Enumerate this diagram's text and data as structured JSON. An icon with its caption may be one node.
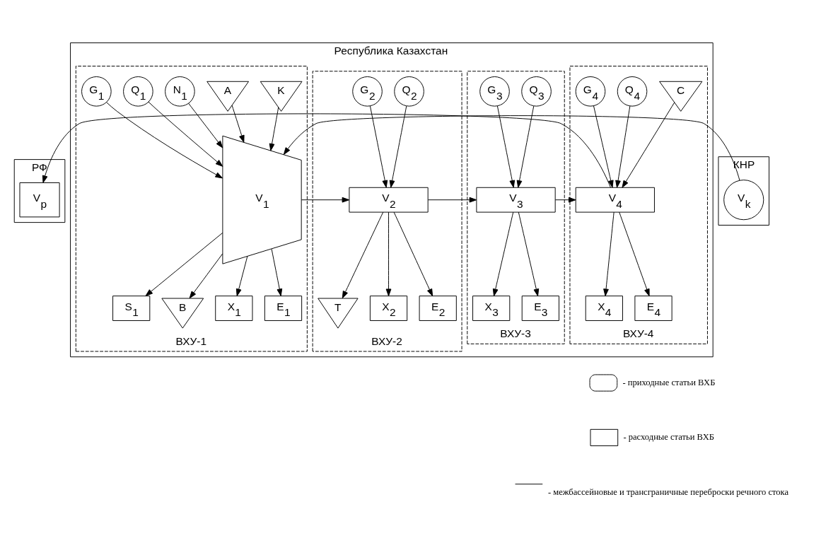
{
  "diagram": {
    "nodes": [
      {
        "text": [
          "РФ"
        ]
      },
      {
        "text": [
          "Республика Казахстан"
        ]
      },
      {
        "text": [
          "КНР"
        ]
      },
      {
        "text": [
          "ВХУ-4"
        ],
        "in": 1
      },
      {
        "text": [
          "ВХУ-3"
        ],
        "in": 1
      },
      {
        "text": [
          "ВХУ-2"
        ],
        "in": 1
      },
      {
        "text": [
          "ВХУ-1"
        ],
        "in": 1
      },
      {
        "text": [
          "V$_{p}$"
        ],
        "in": 0
      },
      {
        "text": [
          "C"
        ],
        "in": 3
      },
      {
        "text": [
          "Q$_{4}$"
        ],
        "in": 3
      },
      {
        "text": [
          "G$_{4}$"
        ],
        "in": 3
      },
      {
        "text": [
          "V$_{4}$"
        ],
        "in": 3
      },
      {
        "text": [
          "X$_{4}$"
        ],
        "in": 3
      },
      {
        "text": [
          "E$_{4}$"
        ],
        "in": 3
      },
      {
        "text": [
          "Q$_{3}$"
        ],
        "in": 4
      },
      {
        "text": [
          "G$_{3}$"
        ],
        "in": 4
      },
      {
        "text": [
          "V$_{3}$"
        ],
        "in": 4
      },
      {
        "text": [
          "X$_{3}$"
        ],
        "in": 4
      },
      {
        "text": [
          "E$_{3}$"
        ],
        "in": 4
      },
      {
        "text": [
          "Q$_{2}$"
        ],
        "in": 5
      },
      {
        "text": [
          "G$_{2}$"
        ],
        "in": 5
      },
      {
        "text": [
          "V$_{2}$"
        ],
        "in": 5
      },
      {
        "text": [
          "T"
        ],
        "in": 5
      },
      {
        "text": [
          "X$_{2}$"
        ],
        "in": 5
      },
      {
        "text": [
          "E$_{2}$"
        ],
        "in": 5
      },
      {
        "text": [
          "K"
        ],
        "in": 6
      },
      {
        "text": [
          "A"
        ],
        "in": 6
      },
      {
        "text": [
          "N$_{1}$"
        ],
        "in": 6
      },
      {
        "text": [
          "Q$_{1}$"
        ],
        "in": 6
      },
      {
        "text": [
          "G$_{1}$"
        ],
        "in": 6
      },
      {
        "text": [
          "V$_{1}$"
        ],
        "in": 6
      },
      {
        "text": [
          "S$_{1}$"
        ],
        "in": 6
      },
      {
        "text": [
          "B"
        ],
        "in": 6
      },
      {
        "text": [
          "X$_{1}$"
        ],
        "in": 6
      },
      {
        "text": [
          "E$_{1}$"
        ],
        "in": 6
      },
      {
        "text": [
          "V$_{k}$"
        ],
        "in": 2
      }
    ],
    "edges": [
      {
        "from": 35,
        "to": 30,
        "arrow": "to"
      },
      {
        "from": 30,
        "to": 21,
        "arrow": "to"
      },
      {
        "from": 21,
        "to": 16,
        "arrow": "to"
      },
      {
        "from": 16,
        "to": 11,
        "arrow": "to"
      },
      {
        "from": 11,
        "to": 7,
        "arrow": "to"
      },
      {
        "from": 9,
        "to": 11,
        "arrow": "to"
      },
      {
        "from": 8,
        "to": 11,
        "arrow": "to"
      },
      {
        "from": 10,
        "to": 11,
        "arrow": "to"
      },
      {
        "from": 11,
        "to": 12,
        "arrow": "to"
      },
      {
        "from": 11,
        "to": 13,
        "arrow": "to"
      },
      {
        "from": 14,
        "to": 16,
        "arrow": "to"
      },
      {
        "from": 15,
        "to": 16,
        "arrow": "to"
      },
      {
        "from": 16,
        "to": 17,
        "arrow": "to"
      },
      {
        "from": 16,
        "to": 18,
        "arrow": "to"
      },
      {
        "from": 19,
        "to": 21,
        "arrow": "to"
      },
      {
        "from": 20,
        "to": 21,
        "arrow": "to"
      },
      {
        "from": 21,
        "to": 22,
        "arrow": "to"
      },
      {
        "from": 21,
        "to": 23,
        "arrow": "to"
      },
      {
        "from": 21,
        "to": 24,
        "arrow": "to"
      },
      {
        "from": 27,
        "to": 30,
        "arrow": "to"
      },
      {
        "from": 25,
        "to": 30,
        "arrow": "to"
      },
      {
        "from": 28,
        "to": 30,
        "arrow": "to"
      },
      {
        "from": 26,
        "to": 30,
        "arrow": "to"
      },
      {
        "from": 29,
        "to": 30,
        "arrow": "to"
      },
      {
        "from": 30,
        "to": 31,
        "arrow": "to"
      },
      {
        "from": 30,
        "to": 32,
        "arrow": "to"
      },
      {
        "from": 30,
        "to": 33,
        "arrow": "to"
      },
      {
        "from": 30,
        "to": 34,
        "arrow": "to"
      }
    ],
    "legend": [
      {
        "text": "- приходные статьи ВХБ"
      },
      {
        "text": "- расходные статьи ВХБ"
      },
      {
        "text": "- межбассейновые и трансграничные переброски речного стока"
      }
    ]
  }
}
